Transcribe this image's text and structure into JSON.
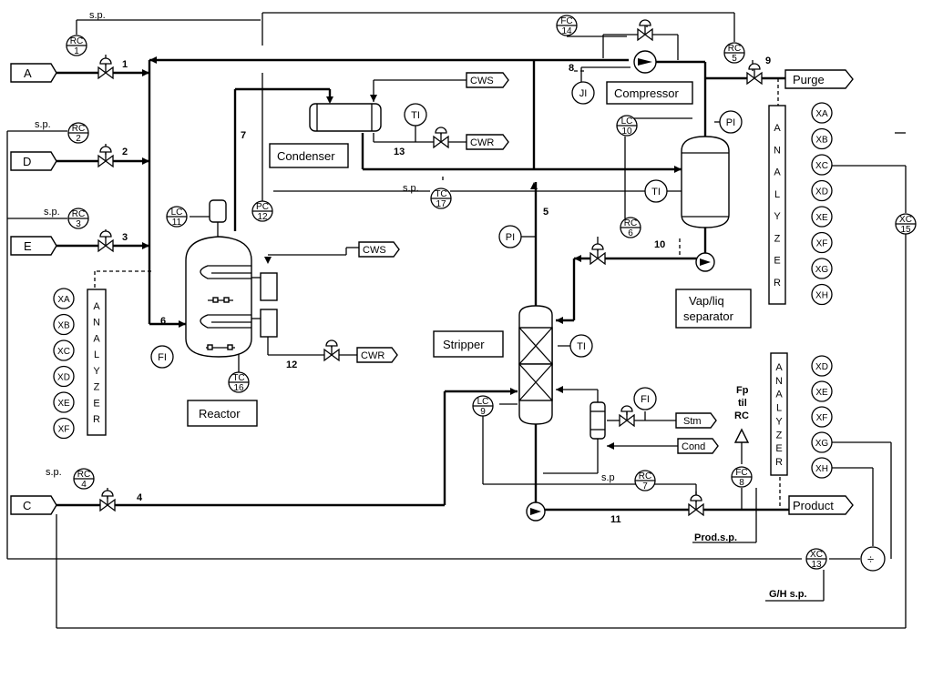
{
  "streams": {
    "s1": "1",
    "s2": "2",
    "s3": "3",
    "s4": "4",
    "s5": "5",
    "s6": "6",
    "s7": "7",
    "s8": "8",
    "s9": "9",
    "s10": "10",
    "s11": "11",
    "s12": "12",
    "s13": "13"
  },
  "feeds": {
    "a": "A",
    "d": "D",
    "e": "E",
    "c": "C"
  },
  "outputs": {
    "purge": "Purge",
    "product": "Product"
  },
  "utilities": {
    "cws1": "CWS",
    "cwr1": "CWR",
    "cws2": "CWS",
    "cwr2": "CWR",
    "stm": "Stm",
    "cond": "Cond"
  },
  "units": {
    "reactor": "Reactor",
    "condenser": "Condenser",
    "compressor": "Compressor",
    "separator_l1": "Vap/liq",
    "separator_l2": "separator",
    "stripper": "Stripper"
  },
  "controllers": {
    "rc1": {
      "tag": "RC",
      "num": "1"
    },
    "rc2": {
      "tag": "RC",
      "num": "2"
    },
    "rc3": {
      "tag": "RC",
      "num": "3"
    },
    "rc4": {
      "tag": "RC",
      "num": "4"
    },
    "rc5": {
      "tag": "RC",
      "num": "5"
    },
    "rc6": {
      "tag": "RC",
      "num": "6"
    },
    "rc7": {
      "tag": "RC",
      "num": "7"
    },
    "fc14": {
      "tag": "FC",
      "num": "14"
    },
    "fc8": {
      "tag": "FC",
      "num": "8"
    },
    "lc10": {
      "tag": "LC",
      "num": "10"
    },
    "lc11": {
      "tag": "LC",
      "num": "11"
    },
    "lc9": {
      "tag": "LC",
      "num": "9"
    },
    "pc12": {
      "tag": "PC",
      "num": "12"
    },
    "tc17": {
      "tag": "TC",
      "num": "17"
    },
    "tc16": {
      "tag": "TC",
      "num": "16"
    },
    "xc15": {
      "tag": "XC",
      "num": "15"
    },
    "xc13": {
      "tag": "XC",
      "num": "13"
    }
  },
  "indicators": {
    "ji": "JI",
    "ti_cond": "TI",
    "pi_sep": "PI",
    "ti_sep": "TI",
    "pi_str": "PI",
    "ti_str": "TI",
    "fi_str": "FI",
    "fi_rx": "FI"
  },
  "analyzers": {
    "label": [
      "A",
      "N",
      "A",
      "L",
      "Y",
      "Z",
      "E",
      "R"
    ],
    "purge": [
      "XA",
      "XB",
      "XC",
      "XD",
      "XE",
      "XF",
      "XG",
      "XH"
    ],
    "feed": [
      "XA",
      "XB",
      "XC",
      "XD",
      "XE",
      "XF"
    ],
    "product": [
      "XD",
      "XE",
      "XF",
      "XG",
      "XH"
    ]
  },
  "setpoints": {
    "sp": "s.p.",
    "sp_plain": "s.p",
    "prod_sp": "Prod.s.p.",
    "gh_sp": "G/H s.p."
  },
  "fp_note": [
    "Fp",
    "til",
    "RC"
  ],
  "divider_symbol": "÷"
}
